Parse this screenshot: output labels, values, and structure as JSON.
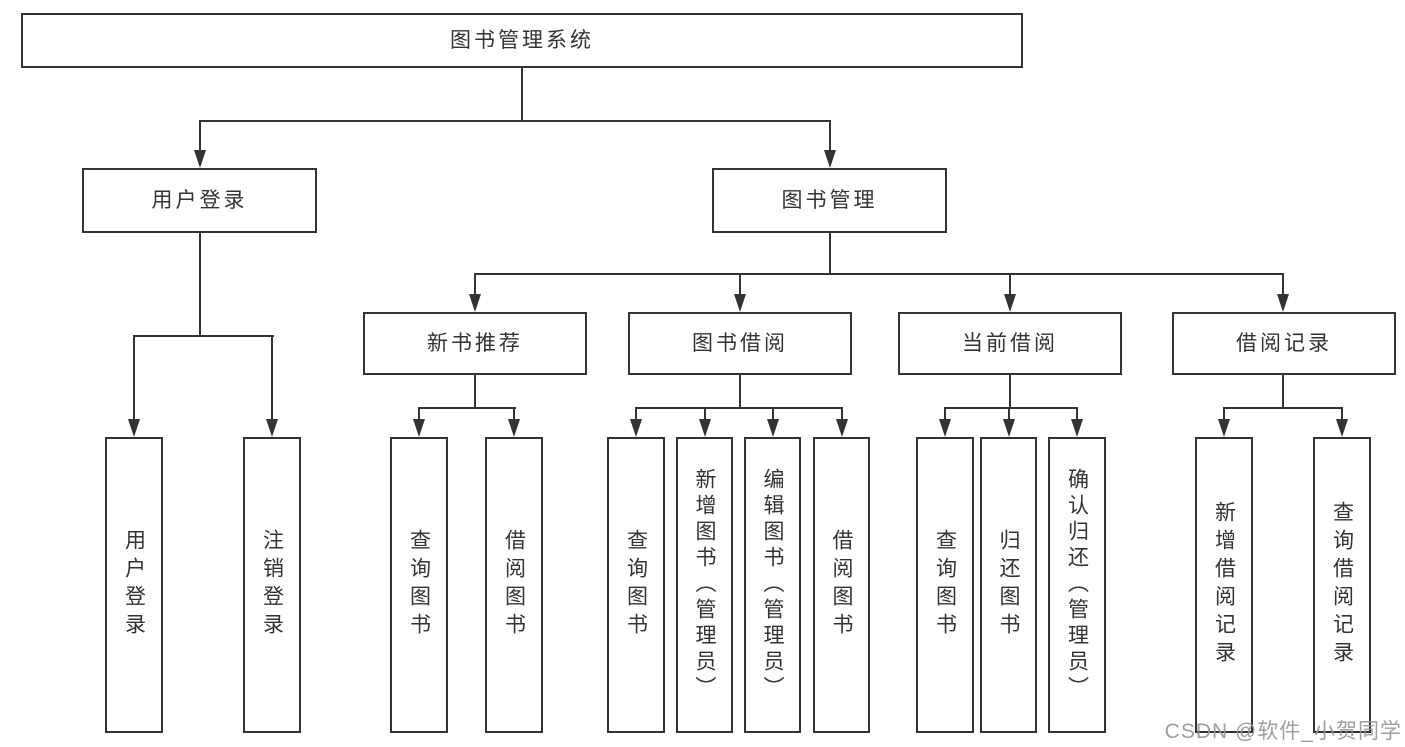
{
  "nodes": {
    "root": {
      "label": "图书管理系统"
    },
    "level2": [
      {
        "label": "用户登录"
      },
      {
        "label": "图书管理"
      }
    ],
    "level3": [
      {
        "label": "新书推荐"
      },
      {
        "label": "图书借阅"
      },
      {
        "label": "当前借阅"
      },
      {
        "label": "借阅记录"
      }
    ],
    "leaves": [
      {
        "label": "用户登录"
      },
      {
        "label": "注销登录"
      },
      {
        "label": "查询图书"
      },
      {
        "label": "借阅图书"
      },
      {
        "label": "查询图书"
      },
      {
        "label": "新增图书（管理员）"
      },
      {
        "label": "编辑图书（管理员）"
      },
      {
        "label": "借阅图书"
      },
      {
        "label": "查询图书"
      },
      {
        "label": "归还图书"
      },
      {
        "label": "确认归还（管理员）"
      },
      {
        "label": "新增借阅记录"
      },
      {
        "label": "查询借阅记录"
      }
    ]
  },
  "watermark": {
    "text": "CSDN @软件_小贺同学"
  },
  "colors": {
    "line": "#333333",
    "box_border": "#333333",
    "text": "#333333",
    "watermark": "#949494",
    "background": "#ffffff"
  }
}
